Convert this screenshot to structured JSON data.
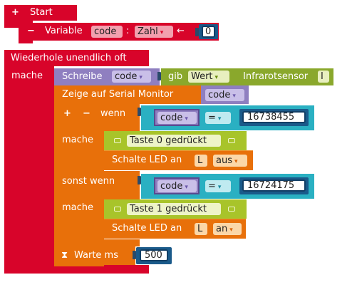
{
  "start": {
    "label": "Start",
    "variable_label": "Variable",
    "var_name": "code",
    "colon": ":",
    "var_type": "Zahl",
    "assign_arrow": "←",
    "init_value": "0"
  },
  "loop": {
    "label": "Wiederhole unendlich oft",
    "do_label": "mache"
  },
  "write": {
    "label": "Schreibe",
    "var": "code",
    "gib_label": "gib",
    "value_field": "Wert",
    "sensor_label": "Infrarotsensor",
    "sensor_pin": "I"
  },
  "serial": {
    "label": "Zeige auf Serial Monitor",
    "var": "code"
  },
  "ifblock": {
    "if_label": "wenn",
    "do_label": "mache",
    "elseif_label": "sonst wenn",
    "do2_label": "mache"
  },
  "cond1": {
    "var": "code",
    "op": "=",
    "value": "16738455"
  },
  "cond2": {
    "var": "code",
    "op": "=",
    "value": "16724175"
  },
  "branch1": {
    "print_text": "Taste 0 gedrückt",
    "led_label": "Schalte LED an",
    "led_pin": "L",
    "led_state": "aus"
  },
  "branch2": {
    "print_text": "Taste 1 gedrückt",
    "led_label": "Schalte LED an",
    "led_pin": "L",
    "led_state": "an"
  },
  "wait": {
    "label": "Warte ms",
    "value": "500"
  },
  "icons": {
    "plus": "+",
    "minus": "−",
    "caret": "▾",
    "hourglass": "⧗"
  }
}
